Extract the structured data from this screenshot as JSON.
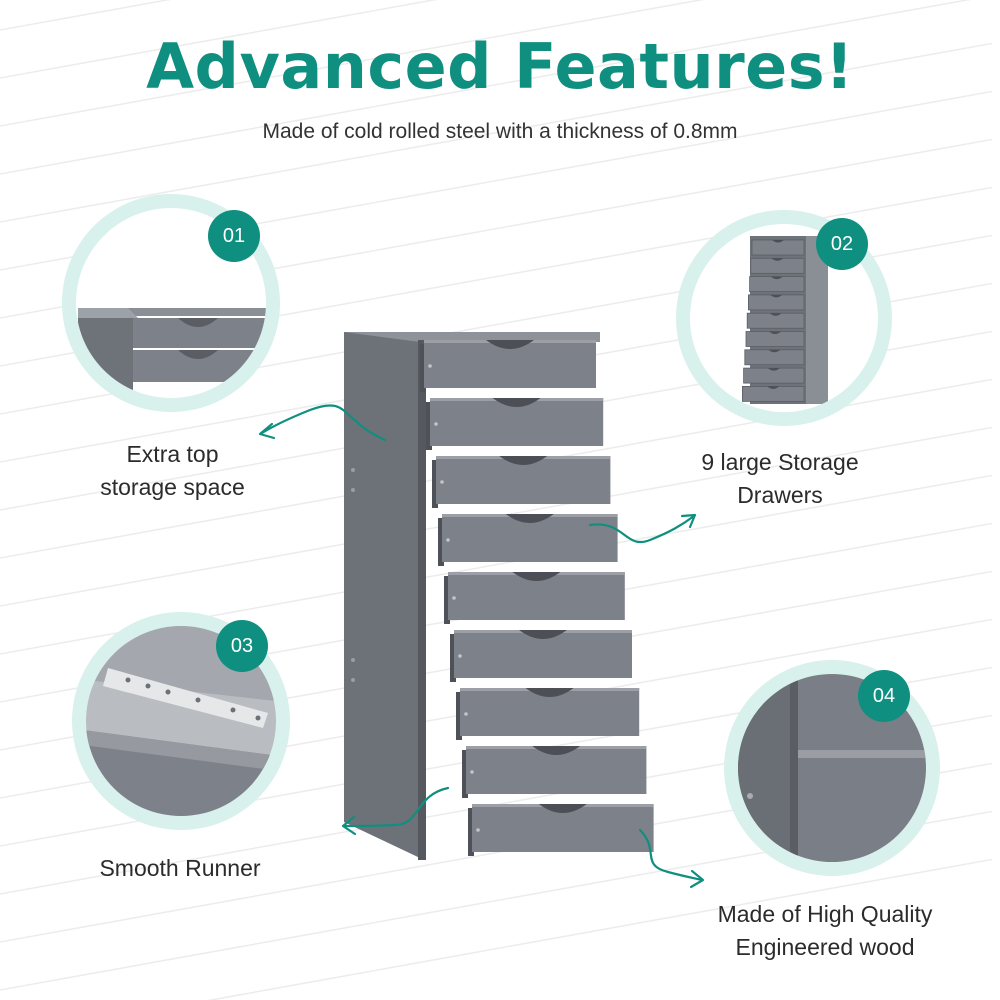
{
  "title": "Advanced Features!",
  "subtitle": "Made of cold rolled steel with a thickness of 0.8mm",
  "features": [
    {
      "number": "01",
      "caption": "Extra top storage space"
    },
    {
      "number": "02",
      "caption": "9 large Storage Drawers"
    },
    {
      "number": "03",
      "caption": "Smooth Runner"
    },
    {
      "number": "04",
      "caption": "Made of High Quality Engineered wood"
    }
  ],
  "product": {
    "drawer_count": 9,
    "color": "#7d8189"
  },
  "colors": {
    "accent": "#0f8f7f",
    "ring": "#d8f1ec",
    "cabinet": "#7d8189"
  },
  "icons": [
    "arrow-icon"
  ]
}
